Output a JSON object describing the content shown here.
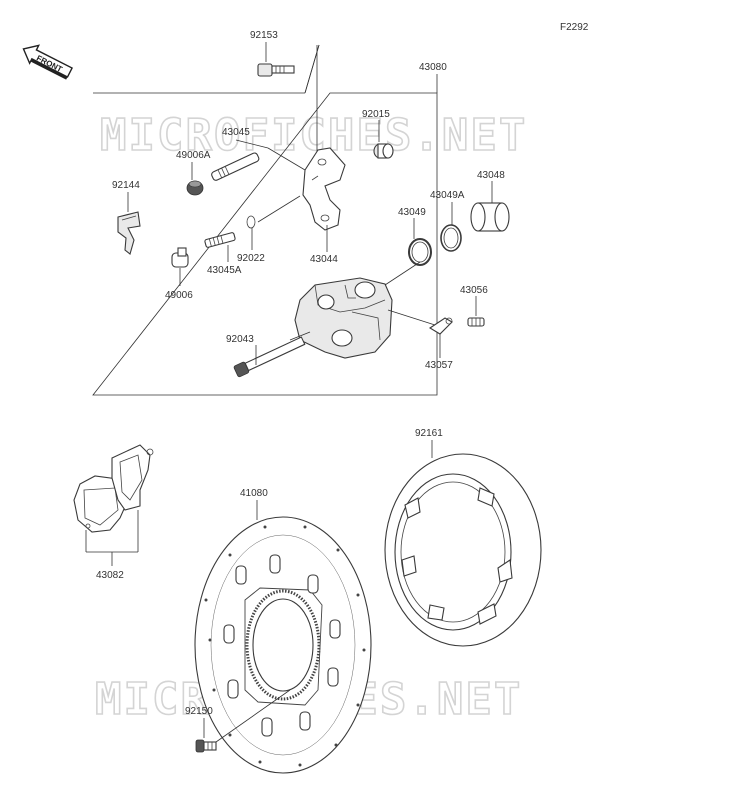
{
  "figure_code": "F2292",
  "front_arrow_text": "FRONT",
  "watermark_text": "MICROFICHES.NET",
  "parts": {
    "p92153": "92153",
    "p43080": "43080",
    "p92015": "92015",
    "p43045": "43045",
    "p49006A": "49006A",
    "p43048": "43048",
    "p92144": "92144",
    "p43049A": "43049A",
    "p43049": "43049",
    "p92022": "92022",
    "p43044": "43044",
    "p43045A": "43045A",
    "p49006": "49006",
    "p43056": "43056",
    "p92043": "92043",
    "p43057": "43057",
    "p92161": "92161",
    "p41080": "41080",
    "p43082": "43082",
    "p92150": "92150"
  }
}
